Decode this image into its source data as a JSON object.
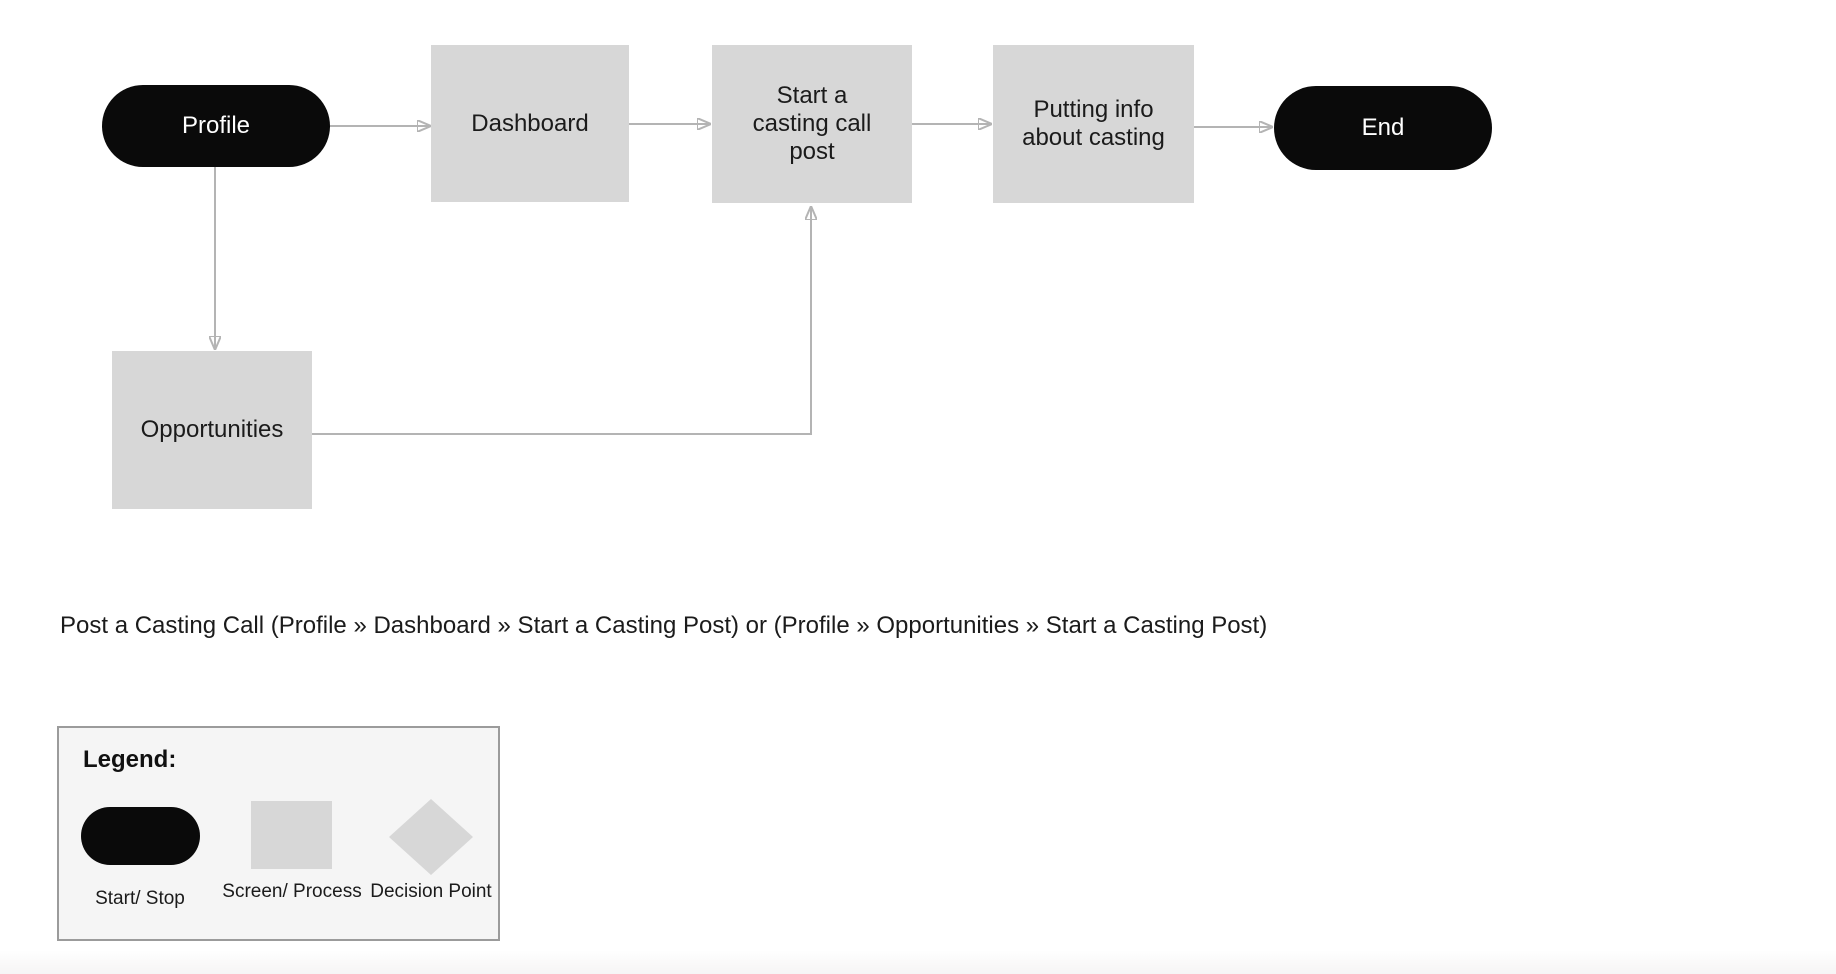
{
  "flowchart": {
    "nodes": [
      {
        "id": "profile",
        "type": "terminal",
        "label": "Profile"
      },
      {
        "id": "dashboard",
        "type": "process",
        "label": "Dashboard"
      },
      {
        "id": "start-post",
        "type": "process",
        "label": "Start a casting call post"
      },
      {
        "id": "putting-info",
        "type": "process",
        "label": "Putting info about casting"
      },
      {
        "id": "end",
        "type": "terminal",
        "label": "End"
      },
      {
        "id": "opportunities",
        "type": "process",
        "label": "Opportunities"
      }
    ],
    "edges": [
      {
        "from": "Profile",
        "to": "Dashboard"
      },
      {
        "from": "Dashboard",
        "to": "Start a casting call post"
      },
      {
        "from": "Start a casting call post",
        "to": "Putting info about casting"
      },
      {
        "from": "Putting info about casting",
        "to": "End"
      },
      {
        "from": "Profile",
        "to": "Opportunities"
      },
      {
        "from": "Opportunities",
        "to": "Start a casting call post"
      }
    ]
  },
  "caption": "Post a Casting Call (Profile » Dashboard » Start a Casting Post) or (Profile » Opportunities » Start a Casting Post)",
  "legend": {
    "title": "Legend:",
    "items": [
      {
        "shape": "terminal-pill",
        "label": "Start/ Stop"
      },
      {
        "shape": "process-square",
        "label": "Screen/ Process"
      },
      {
        "shape": "decision-diamond",
        "label": "Decision Point"
      }
    ]
  },
  "colors": {
    "page_bg": "#ffffff",
    "process_fill": "#d7d7d7",
    "terminal_fill": "#0a0a0a",
    "terminal_text": "#ffffff",
    "node_text": "#1b1b1b",
    "connector_line": "#b4b4b4",
    "arrowhead": "#8c8c8c",
    "legend_bg": "#f5f5f5",
    "legend_border": "#9b9b9b"
  }
}
